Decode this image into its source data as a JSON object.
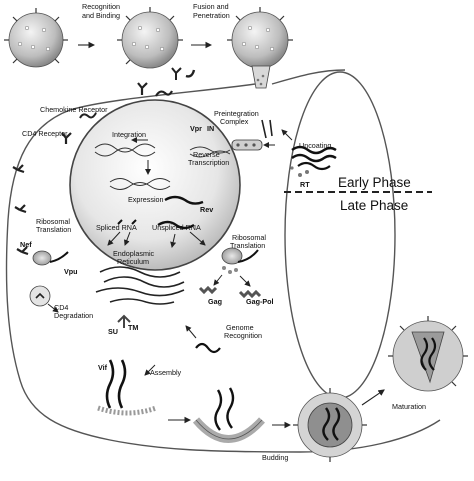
{
  "stages": {
    "recognition": [
      "Recognition",
      "and Binding"
    ],
    "fusion": [
      "Fusion and",
      "Penetration"
    ],
    "uncoating": "Uncoating",
    "preintegration": [
      "Preintegration",
      "Complex"
    ],
    "reverse_transcription": [
      "Reverse",
      "Transcription"
    ],
    "integration": "Integration",
    "expression": "Expression",
    "spliced_rna": "Spliced RNA",
    "unspliced_rna": "Unspliced RNA",
    "ribosomal_translation_left": [
      "Ribosomal",
      "Translation"
    ],
    "ribosomal_translation_right": [
      "Ribosomal",
      "Translation"
    ],
    "endoplasmic_reticulum": [
      "Endoplasmic",
      "Reticulum"
    ],
    "cd4_degradation": [
      "CD4",
      "Degradation"
    ],
    "genome_recognition": [
      "Genome",
      "Recognition"
    ],
    "assembly": "Assembly",
    "budding": "Budding",
    "maturation": "Maturation"
  },
  "receptors": {
    "chemokine": "Chemokine Receptor",
    "cd4": "CD4 Receptor"
  },
  "proteins": {
    "vpr": "Vpr",
    "in": "IN",
    "rt": "RT",
    "rev": "Rev",
    "nef": "Nef",
    "vpu": "Vpu",
    "gag": "Gag",
    "gag_pol": "Gag-Pol",
    "su": "SU",
    "tm": "TM",
    "vif": "Vif"
  },
  "phases": {
    "early": "Early Phase",
    "late": "Late Phase"
  }
}
